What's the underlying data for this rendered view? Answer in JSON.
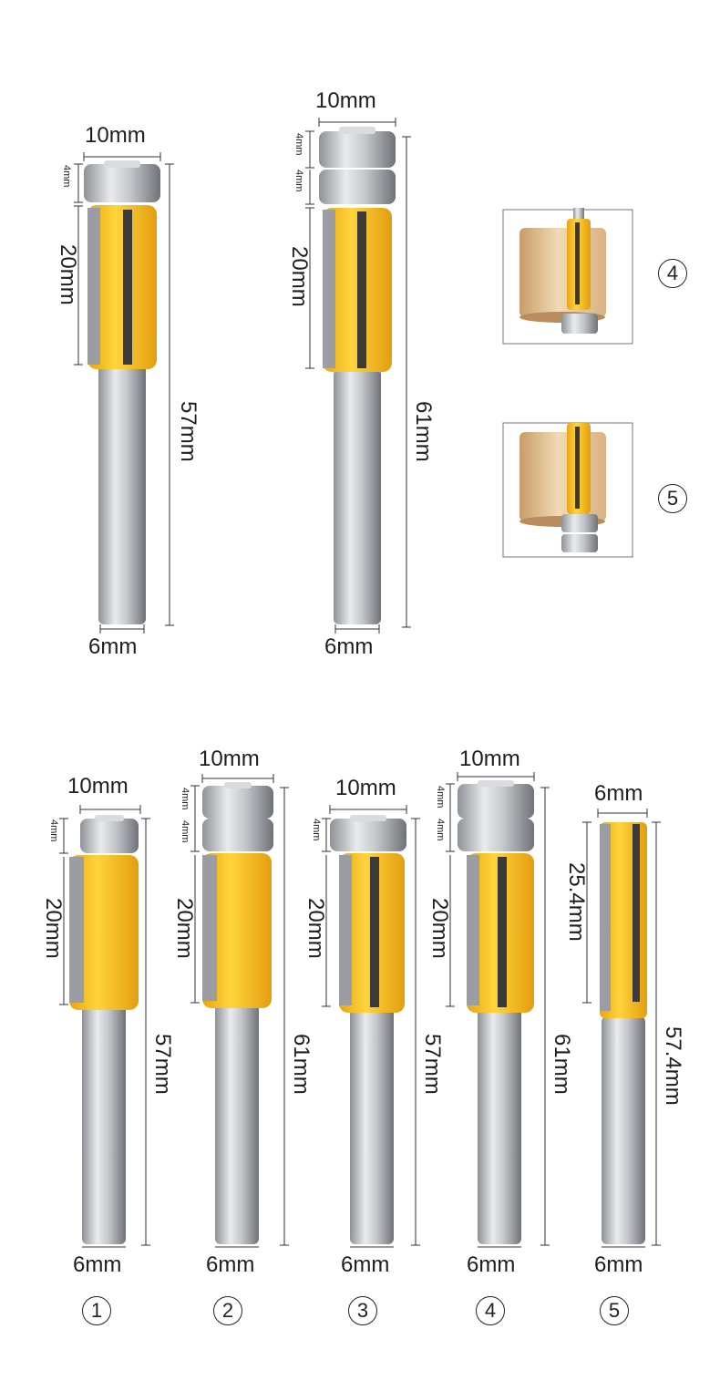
{
  "top": {
    "bit_a": {
      "cutter_diameter": "10mm",
      "bearing_heights": [
        "4mm"
      ],
      "cutting_length": "20mm",
      "total_length": "57mm",
      "shank_diameter": "6mm"
    },
    "bit_b": {
      "cutter_diameter": "10mm",
      "bearing_heights": [
        "4mm",
        "4mm"
      ],
      "cutting_length": "20mm",
      "total_length": "61mm",
      "shank_diameter": "6mm"
    },
    "examples": [
      {
        "number": "4"
      },
      {
        "number": "5"
      }
    ]
  },
  "bottom": {
    "bits": [
      {
        "number": "1",
        "cutter_diameter": "10mm",
        "bearing_heights": [
          "4mm"
        ],
        "cutting_length": "20mm",
        "total_length": "57mm",
        "shank_diameter": "6mm"
      },
      {
        "number": "2",
        "cutter_diameter": "10mm",
        "bearing_heights": [
          "4mm",
          "4mm"
        ],
        "cutting_length": "20mm",
        "total_length": "61mm",
        "shank_diameter": "6mm"
      },
      {
        "number": "3",
        "cutter_diameter": "10mm",
        "bearing_heights": [
          "4mm"
        ],
        "cutting_length": "20mm",
        "total_length": "57mm",
        "shank_diameter": "6mm"
      },
      {
        "number": "4",
        "cutter_diameter": "10mm",
        "bearing_heights": [
          "4mm",
          "4mm"
        ],
        "cutting_length": "20mm",
        "total_length": "61mm",
        "shank_diameter": "6mm"
      },
      {
        "number": "5",
        "cutter_diameter": "6mm",
        "bearing_heights": [],
        "cutting_length": "25.4mm",
        "total_length": "57.4mm",
        "shank_diameter": "6mm"
      }
    ]
  },
  "colors": {
    "flute_yellow": "#f2b81c",
    "shank_silver": "#c9ccd0",
    "wood": "#e4c59c",
    "dimension_line": "#333333"
  }
}
